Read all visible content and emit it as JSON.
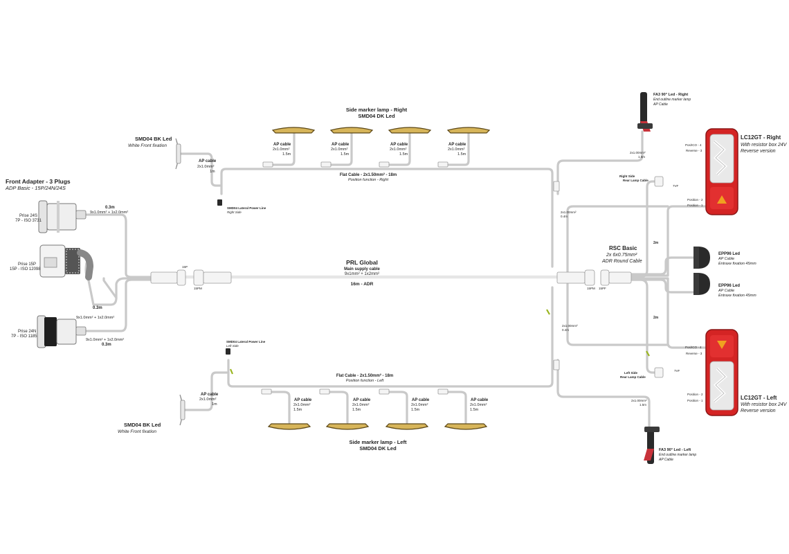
{
  "front_adapter": {
    "title": "Front Adapter - 3 Plugs",
    "subtitle": "ADP Basic - 15P/24N/24S",
    "plug_24s": {
      "name": "Prise 24S",
      "spec": "7P - ISO 3731"
    },
    "plug_15p": {
      "name": "Prise 15P",
      "spec": "15P - ISO 12098"
    },
    "plug_24n": {
      "name": "Prise 24N",
      "spec": "7P - ISO 1185"
    },
    "cable_top_len": "0.3m",
    "cable_top_spec": "9x1.0mm² + 1x2.0mm²",
    "cable_mid_len": "0.3m",
    "cable_mid_spec": "9x1.0mm² + 1x2.0mm²",
    "cable_bot_spec": "9x1.0mm² + 1x2.0mm²",
    "cable_bot_len": "0.3m"
  },
  "smd04_bk_right": {
    "title": "SMD04 BK Led",
    "subtitle": "White Front fixation",
    "cable_name": "AP cable",
    "cable_spec": "2x1.0mm²",
    "cable_len": "1m"
  },
  "smd04_bk_left": {
    "title": "SMD04 BK Led",
    "subtitle": "White Front fixation",
    "cable_name": "AP cable",
    "cable_spec": "2x1.0mm²",
    "cable_len": "1m"
  },
  "side_marker_right": {
    "title": "Side marker lamp - Right",
    "subtitle": "SMD04 DK Led",
    "lamps": [
      {
        "cable": "AP cable",
        "spec": "2x1.0mm²",
        "len": "1.5m"
      },
      {
        "cable": "AP cable",
        "spec": "2x1.0mm²",
        "len": "1.5m"
      },
      {
        "cable": "AP cable",
        "spec": "2x1.0mm²",
        "len": "1.5m"
      },
      {
        "cable": "AP cable",
        "spec": "2x1.0mm²",
        "len": "1.5m"
      }
    ]
  },
  "side_marker_left": {
    "title": "Side marker lamp - Left",
    "subtitle": "SMD04 DK Led",
    "lamps": [
      {
        "cable": "AP cable",
        "spec": "2x1.0mm²",
        "len": "1.5m"
      },
      {
        "cable": "AP cable",
        "spec": "2x1.0mm²",
        "len": "1.5m"
      },
      {
        "cable": "AP cable",
        "spec": "2x1.0mm²",
        "len": "1.5m"
      },
      {
        "cable": "AP cable",
        "spec": "2x1.0mm²",
        "len": "1.5m"
      }
    ]
  },
  "flat_cable_right": {
    "title": "Flat Cable - 2x1.50mm² - 18m",
    "subtitle": "Position function - Right"
  },
  "flat_cable_left": {
    "title": "Flat Cable - 2x1.50mm² - 18m",
    "subtitle": "Position function - Left"
  },
  "lateral_right": {
    "title": "SMD04 Lateral Power Line",
    "subtitle": "Right Side"
  },
  "lateral_left": {
    "title": "SMD04 Lateral Power Line",
    "subtitle": "Left Side"
  },
  "prl": {
    "title": "PRL Global",
    "subtitle": "Main supply cable",
    "spec": "9x1mm² + 1x2mm²",
    "length": "16m - ADR",
    "left_tag_top": "15P",
    "left_tag_bot": "15PM",
    "right_tag_top": "15PF",
    "right_tag_bot": "15PM"
  },
  "rsc": {
    "title": "RSC Basic",
    "spec": "2x 6x0.75mm²",
    "subtitle": "ADR Round Cable"
  },
  "fa3_right": {
    "title": "FA3 90° Led - Right",
    "line1": "End outline marker lamp",
    "line2": "AP Cable",
    "cable_spec": "2x1.00mm²",
    "cable_len": "1.5m"
  },
  "fa3_left": {
    "title": "FA3 90° Led - Left",
    "line1": "End outline marker lamp",
    "line2": "AP Cable",
    "cable_spec": "2x1.00mm²",
    "cable_len": "1.5m"
  },
  "lc12gt_right": {
    "title": "LC12GT - Right",
    "line1": "With resistor box 24V",
    "line2": "Reverse version",
    "pin_a": "Pos/ICO - 4",
    "pin_b": "Reverse - 3",
    "pin_c": "Position - 2",
    "pin_d": "Position - 1"
  },
  "lc12gt_left": {
    "title": "LC12GT - Left",
    "line1": "With resistor box 24V",
    "line2": "Reverse version",
    "pin_a": "Pos/ICO - 4",
    "pin_b": "Reverse - 3",
    "pin_c": "Position - 2",
    "pin_d": "Position - 1"
  },
  "epp96_top": {
    "title": "EPP96 Led",
    "line1": "AP Cable",
    "line2": "Entraxe fixation 45mm"
  },
  "epp96_bot": {
    "title": "EPP96 Led",
    "line1": "AP Cable",
    "line2": "Entraxe fixation 45mm"
  },
  "rear_right": {
    "line1": "Right Side",
    "line2": "Rear Lamp Cable",
    "tag": "7VF"
  },
  "rear_left": {
    "line1": "Left Side",
    "line2": "Rear Lamp Cable",
    "tag": "7VF"
  },
  "rsc_branches": {
    "top_spec": "2x1.00mm²",
    "top_len": "0.4m",
    "bot_spec": "2x1.00mm²",
    "bot_len": "0.4m",
    "len_2m_a": "2m",
    "len_2m_b": "2m"
  },
  "colors": {
    "wire": "#c9c9c9",
    "lamp_red": "#d42424",
    "lamp_amber": "#f0a020",
    "text": "#222222"
  }
}
